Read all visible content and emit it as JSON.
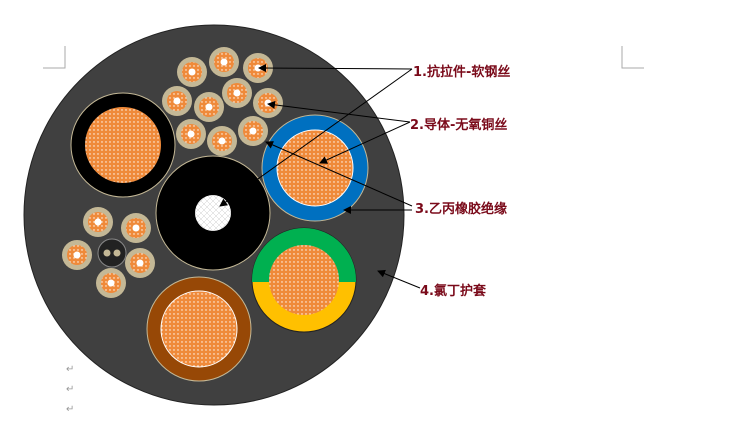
{
  "labels": {
    "l1": "1.抗拉件-软钢丝",
    "l2": "2.导体-无氧铜丝",
    "l3": "3.乙丙橡胶绝缘",
    "l4": "4.氯丁护套"
  },
  "paragraph_mark": "↵",
  "colors": {
    "sheath": "#404040",
    "copper": "#ef8a3a",
    "strand": "#c4b896",
    "blue": "#0070c0",
    "green": "#00b050",
    "yellow": "#ffc000",
    "brown": "#974806",
    "label": "#7a0a1a"
  }
}
